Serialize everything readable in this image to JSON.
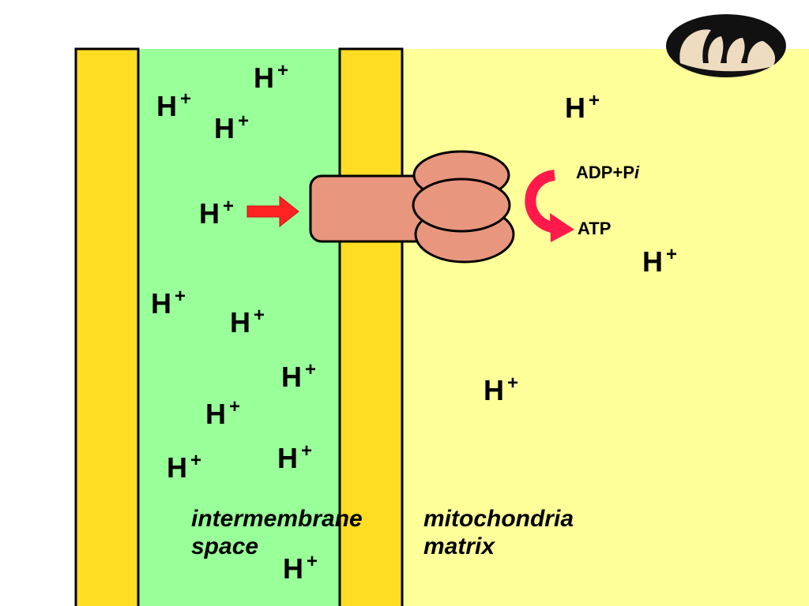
{
  "regions": {
    "intermembrane_label_line1": "intermembrane",
    "intermembrane_label_line2": "space",
    "matrix_label_line1": "mitochondria",
    "matrix_label_line2": "matrix"
  },
  "reaction": {
    "adp": "ADP",
    "plus": "+",
    "phosphate": "P",
    "phosphate_subscript": "i",
    "atp": "ATP"
  },
  "proton": {
    "symbol": "H",
    "charge": "+"
  },
  "colors": {
    "membrane": "#FFDD22",
    "intermembrane_space": "#99FF99",
    "matrix": "#FFFF99",
    "atp_synthase": "#E8967D",
    "proton_arrow": "#FF2222",
    "reaction_arrow": "#FF1A4B",
    "mitochondrion_icon": "#EEDCC0"
  }
}
